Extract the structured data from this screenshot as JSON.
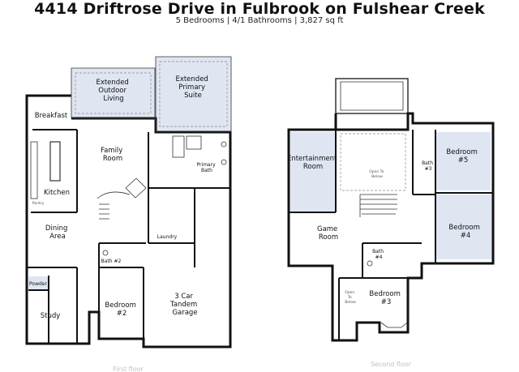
{
  "header": {
    "title": "4414 Driftrose Drive in Fulbrook on Fulshear Creek",
    "subtitle": "5 Bedrooms | 4/1 Bathrooms | 3,827 sq ft"
  },
  "first_floor": {
    "label": "First floor",
    "rooms": {
      "extended_outdoor_living": [
        "Extended",
        "Outdoor",
        "Living"
      ],
      "extended_primary_suite": [
        "Extended",
        "Primary",
        "Suite"
      ],
      "breakfast": "Breakfast",
      "family_room": [
        "Family",
        "Room"
      ],
      "primary_bath": [
        "Primary",
        "Bath"
      ],
      "kitchen": "Kitchen",
      "pantry": "Pantry",
      "dining_area": [
        "Dining",
        "Area"
      ],
      "laundry": "Laundry",
      "bath2": "Bath #2",
      "powder": "Powder",
      "study": "Study",
      "bedroom2": [
        "Bedroom",
        "#2"
      ],
      "garage": [
        "3 Car",
        "Tandem",
        "Garage"
      ]
    }
  },
  "second_floor": {
    "label": "Second floor",
    "rooms": {
      "entertainment_room": [
        "Entertainment",
        "Room"
      ],
      "open_to_below_top": [
        "Open To",
        "Below"
      ],
      "bath3": [
        "Bath",
        "#3"
      ],
      "bedroom5": [
        "Bedroom",
        "#5"
      ],
      "game_room": [
        "Game",
        "Room"
      ],
      "bedroom4": [
        "Bedroom",
        "#4"
      ],
      "bath4": [
        "Bath",
        "#4"
      ],
      "open_to_below_bottom": [
        "Open",
        "To",
        "Below"
      ],
      "bedroom3": [
        "Bedroom",
        "#3"
      ]
    }
  },
  "colors": {
    "highlight": "#dfe6f2",
    "wall": "#111111"
  }
}
